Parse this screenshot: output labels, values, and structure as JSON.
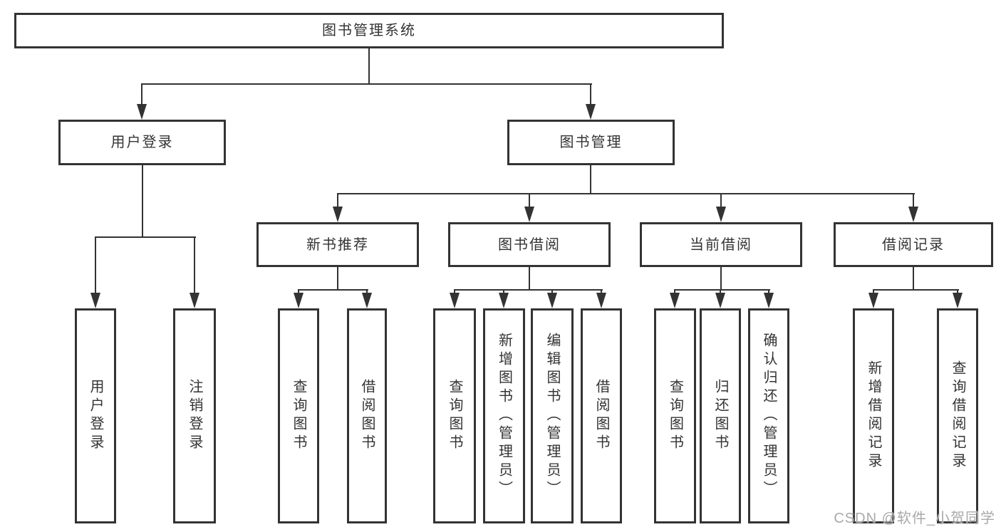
{
  "colors": {
    "bg": "#ffffff",
    "fill": "#ffffff",
    "border": "#333333",
    "line": "#333333",
    "text": "#333333",
    "watermark": "#a9a9a9"
  },
  "watermark": "CSDN @软件_小贺同学",
  "tree": {
    "root": "图书管理系统",
    "level2": [
      "用户登录",
      "图书管理"
    ],
    "level3": [
      "新书推荐",
      "图书借阅",
      "当前借阅",
      "借阅记录"
    ],
    "leaves_user_login": [
      "用户登录",
      "注销登录"
    ],
    "leaves_new_book": [
      "查询图书",
      "借阅图书"
    ],
    "leaves_book_borrow": [
      "查询图书",
      "新增图书（管理员）",
      "编辑图书（管理员）",
      "借阅图书"
    ],
    "leaves_current_borrow": [
      "查询图书",
      "归还图书",
      "确认归还（管理员）"
    ],
    "leaves_borrow_records": [
      "新增借阅记录",
      "查询借阅记录"
    ]
  }
}
